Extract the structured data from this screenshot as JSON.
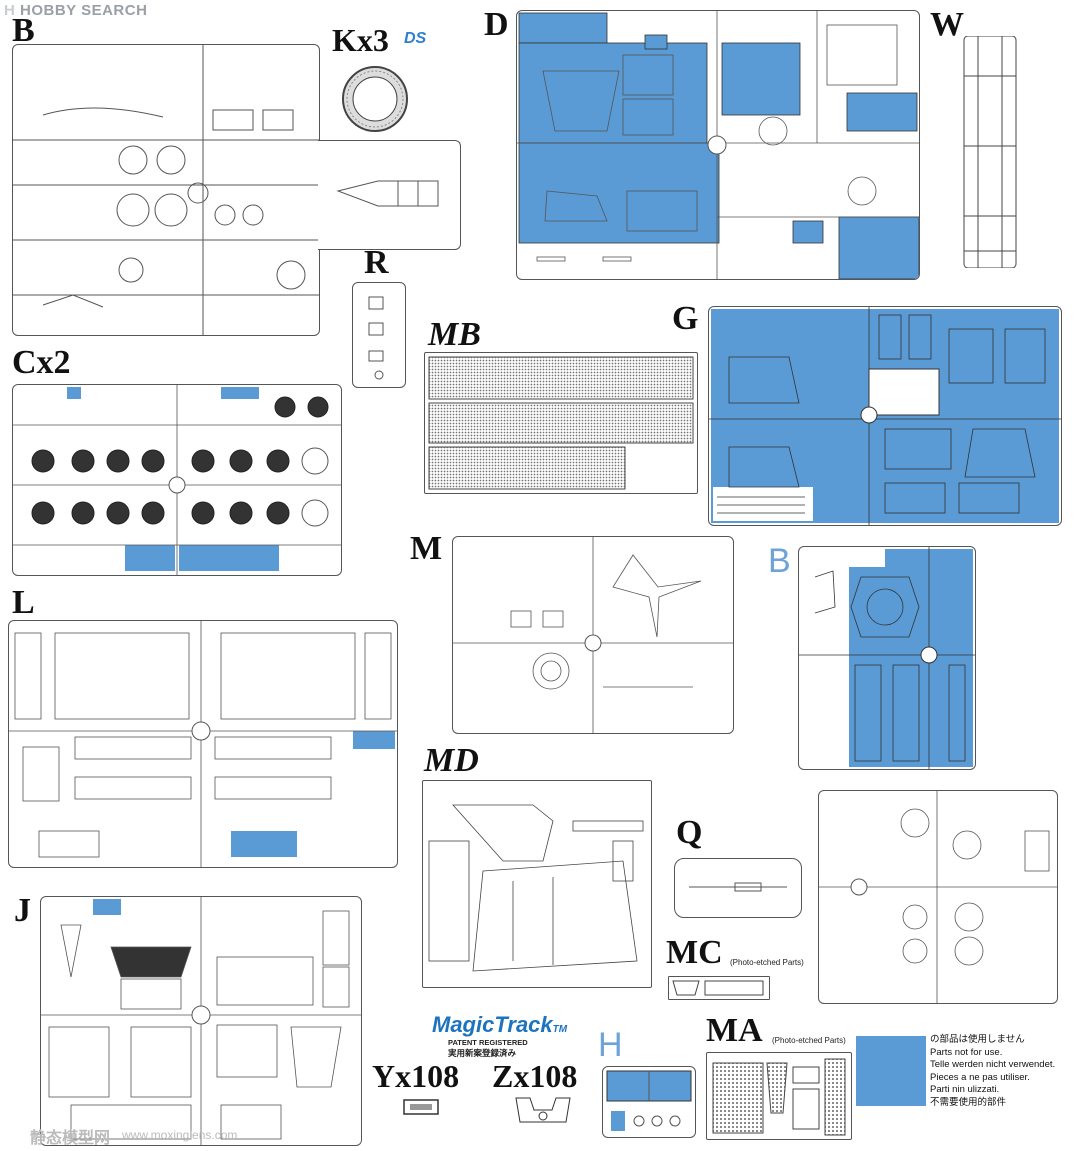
{
  "header": {
    "brand": "HOBBY SEARCH",
    "brand_mark": "H"
  },
  "sprues": {
    "B": "B",
    "Kx3": "Kx3",
    "D": "D",
    "W": "W",
    "R": "R",
    "MB": "MB",
    "G": "G",
    "Cx2": "Cx2",
    "M": "M",
    "B2": "B",
    "L": "L",
    "MD": "MD",
    "Q": "Q",
    "J": "J",
    "MC": "MC",
    "H": "H",
    "MA": "MA",
    "Yx108": "Yx108",
    "Zx108": "Zx108"
  },
  "kx3_badge": "DS",
  "notes": {
    "mc": "(Photo-etched Parts)",
    "ma": "(Photo-etched Parts)"
  },
  "magic_track": {
    "logo": "MagicTrack",
    "tm": "TM",
    "patent": "PATENT REGISTERED",
    "patent_jp": "実用新案登録済み"
  },
  "legend": {
    "color": "#5b9bd5",
    "lines": [
      "の部品は使用しません",
      "Parts not for use.",
      "Telle werden nicht verwendet.",
      "Pieces a ne pas utiliser.",
      "Parti nin ulizzati.",
      "不需要使用的部件"
    ]
  },
  "watermark": {
    "cn": "静态模型网",
    "url": "www.moxinglens.com"
  },
  "colors": {
    "unused": "#5b9bd5",
    "sprue_frame": "#555555",
    "label_blue": "#6ea3d8"
  }
}
